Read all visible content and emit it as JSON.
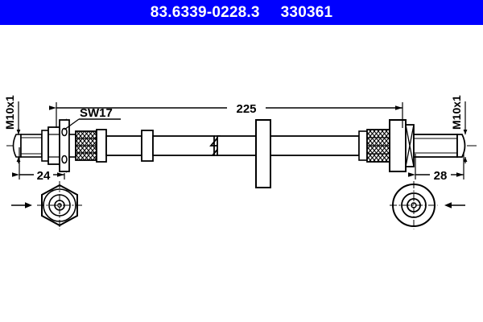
{
  "header": {
    "part_number": "83.6339-0228.3",
    "reference_number": "330361",
    "background_color": "#0000ff",
    "text_color": "#ffffff"
  },
  "drawing": {
    "title": "brake-hose-technical-drawing",
    "line_color": "#000000",
    "background_color": "#ffffff",
    "dimensions": {
      "overall_length": "225",
      "left_end_length": "24",
      "right_end_length": "28"
    },
    "labels": {
      "wrench_size": "SW17",
      "left_thread": "M10x1",
      "right_thread": "M10x1"
    },
    "detail_views": {
      "left": "hex-nut-end-view",
      "right": "round-fitting-end-view"
    }
  }
}
